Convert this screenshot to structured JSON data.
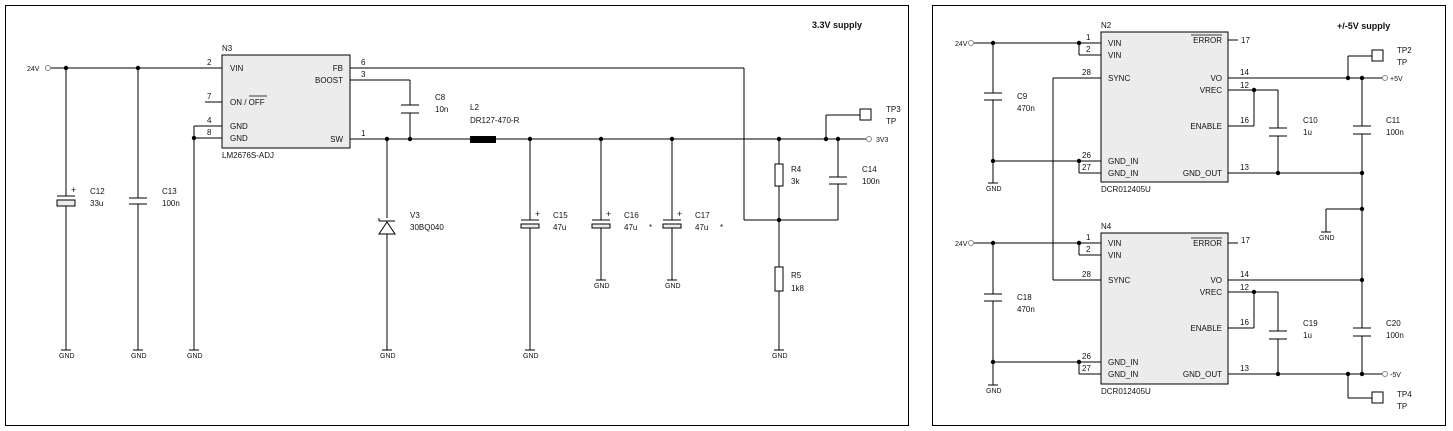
{
  "sheet_left": {
    "title": "3.3V supply",
    "ic": {
      "ref": "N3",
      "part": "LM2676S-ADJ",
      "pins": {
        "vin": "VIN",
        "onoff": "ON / OFF",
        "gnd1": "GND",
        "gnd2": "GND",
        "fb": "FB",
        "boost": "BOOST",
        "sw": "SW"
      },
      "pin_numbers": {
        "vin": "2",
        "onoff": "7",
        "gnd1": "4",
        "gnd2": "8",
        "fb": "6",
        "boost": "3",
        "sw": "1"
      }
    },
    "input_net": "24V",
    "output_net": "3V3",
    "gnd": "GND",
    "parts": {
      "c12": {
        "ref": "C12",
        "value": "33u"
      },
      "c13": {
        "ref": "C13",
        "value": "100n"
      },
      "c8": {
        "ref": "C8",
        "value": "10n"
      },
      "l2": {
        "ref": "L2",
        "value": "DR127-470-R"
      },
      "v3": {
        "ref": "V3",
        "value": "30BQ040"
      },
      "c15": {
        "ref": "C15",
        "value": "47u"
      },
      "c16": {
        "ref": "C16",
        "value": "47u",
        "mark": "*"
      },
      "c17": {
        "ref": "C17",
        "value": "47u",
        "mark": "*"
      },
      "r4": {
        "ref": "R4",
        "value": "3k"
      },
      "r5": {
        "ref": "R5",
        "value": "1k8"
      },
      "c14": {
        "ref": "C14",
        "value": "100n"
      },
      "tp3": {
        "ref": "TP3",
        "value": "TP"
      }
    }
  },
  "sheet_right": {
    "title": "+/-5V supply",
    "n2": {
      "ref": "N2",
      "part": "DCR012405U"
    },
    "n4": {
      "ref": "N4",
      "part": "DCR012405U"
    },
    "ic_pins": {
      "vin": "VIN",
      "sync": "SYNC",
      "gnd_in": "GND_IN",
      "error": "ERROR",
      "vo": "VO",
      "vrec": "VREC",
      "enable": "ENABLE",
      "gnd_out": "GND_OUT"
    },
    "ic_pin_numbers": {
      "vin1": "1",
      "vin2": "2",
      "sync": "28",
      "gnd_in1": "26",
      "gnd_in2": "27",
      "error": "17",
      "vo": "14",
      "vrec": "12",
      "enable": "16",
      "gnd_out": "13"
    },
    "input_net": "24V",
    "pos_net": "+5V",
    "neg_net": "-5V",
    "gnd": "GND",
    "parts": {
      "c9": {
        "ref": "C9",
        "value": "470n"
      },
      "c10": {
        "ref": "C10",
        "value": "1u"
      },
      "c11": {
        "ref": "C11",
        "value": "100n"
      },
      "c18": {
        "ref": "C18",
        "value": "470n"
      },
      "c19": {
        "ref": "C19",
        "value": "1u"
      },
      "c20": {
        "ref": "C20",
        "value": "100n"
      },
      "tp2": {
        "ref": "TP2",
        "value": "TP"
      },
      "tp4": {
        "ref": "TP4",
        "value": "TP"
      }
    }
  }
}
